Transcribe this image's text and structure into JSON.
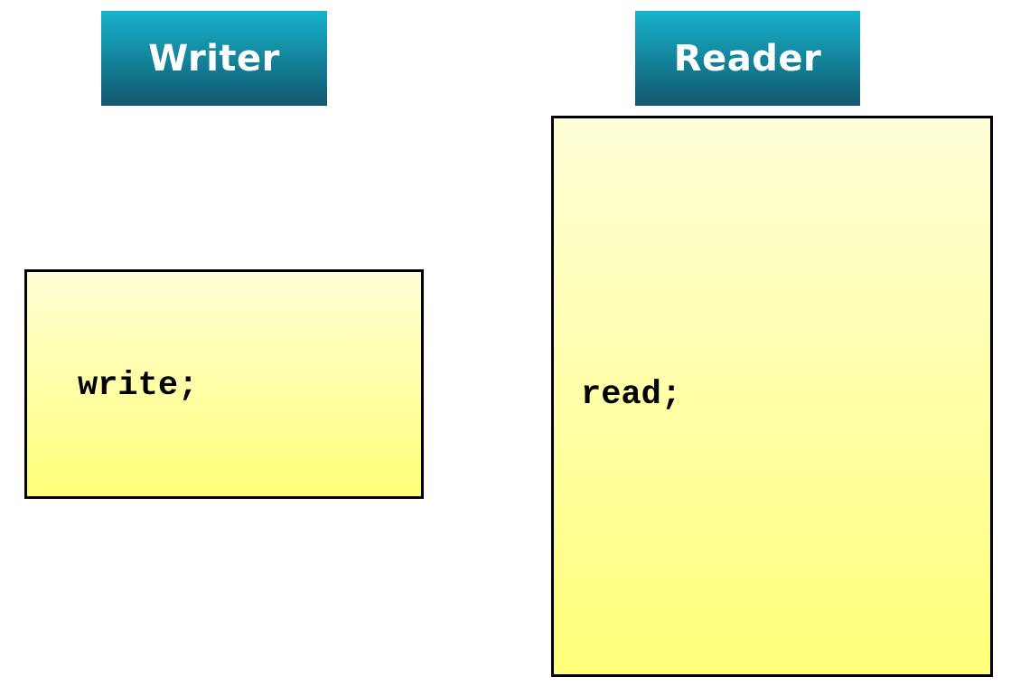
{
  "writer": {
    "title": "Writer",
    "code": "write;"
  },
  "reader": {
    "title": "Reader",
    "code": "read;"
  },
  "colors": {
    "header_gradient_top": "#17b3cc",
    "header_gradient_bottom": "#11566e",
    "header_text": "#ffffff",
    "box_gradient_top": "#ffffd8",
    "box_gradient_bottom": "#ffff78",
    "box_border": "#000000",
    "code_text": "#000000"
  }
}
